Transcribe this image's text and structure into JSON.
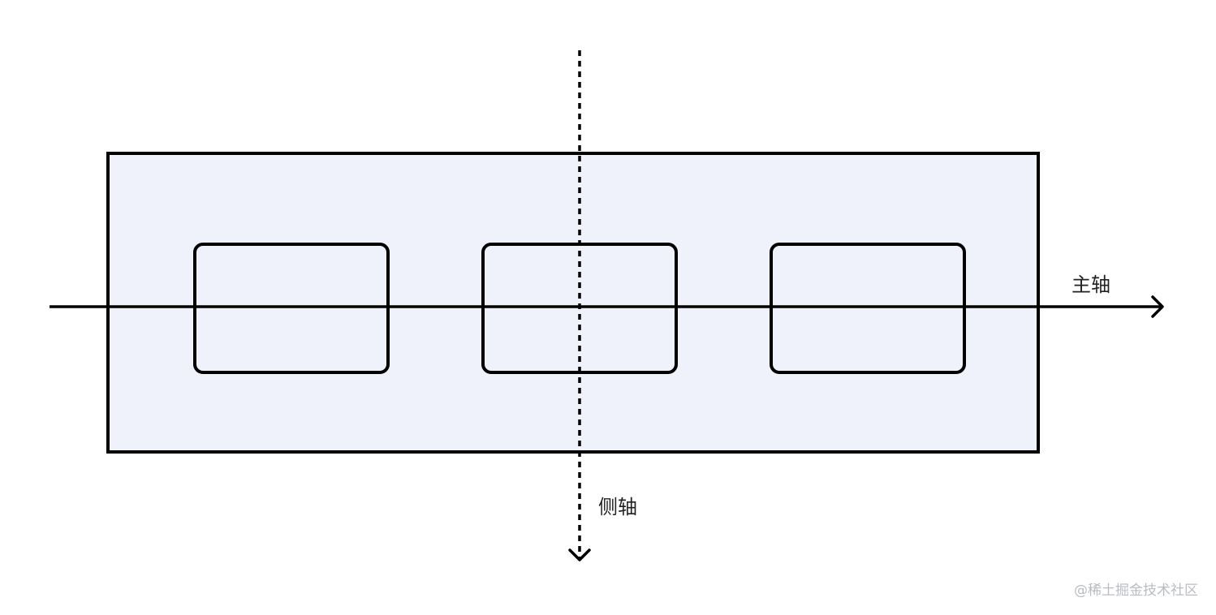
{
  "diagram": {
    "main_axis_label": "主轴",
    "cross_axis_label": "侧轴",
    "watermark": "@稀土掘金技术社区"
  },
  "colors": {
    "container_fill": "#eff2fa",
    "stroke": "#000000",
    "label": "#222222",
    "watermark": "#b9bcc3"
  }
}
